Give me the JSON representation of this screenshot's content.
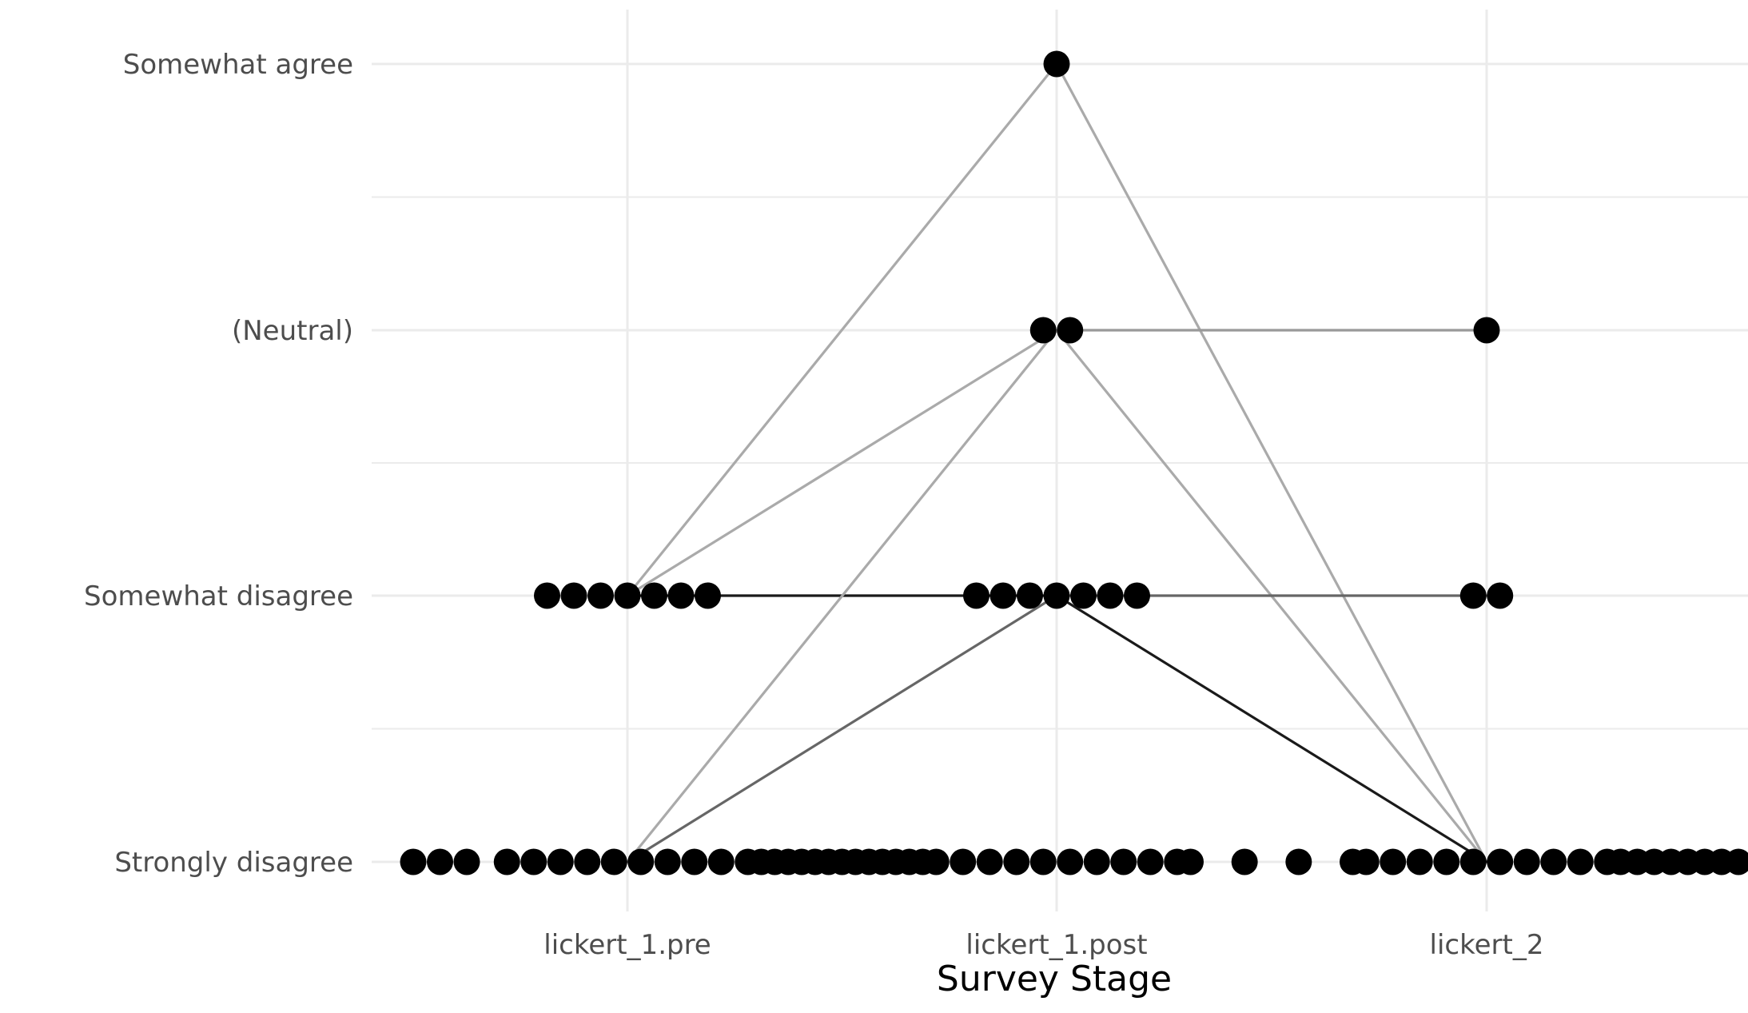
{
  "chart_data": {
    "type": "scatter",
    "title": "",
    "xlabel": "Survey Stage",
    "ylabel": "",
    "grid": true,
    "legend": "none",
    "x_categories": [
      "lickert_1.pre",
      "lickert_1.post",
      "lickert_2"
    ],
    "y_categories": [
      "Strongly disagree",
      "Somewhat disagree",
      "(Neutral)",
      "Somewhat agree"
    ],
    "point_color": "#000000",
    "point_counts": {
      "lickert_1.pre": {
        "Strongly disagree": 10,
        "Somewhat disagree": 7,
        "(Neutral)": 0,
        "Somewhat agree": 0
      },
      "lickert_1.post": {
        "Strongly disagree": 10,
        "Somewhat disagree": 7,
        "(Neutral)": 2,
        "Somewhat agree": 1
      },
      "lickert_2": {
        "Strongly disagree": 10,
        "Somewhat disagree": 2,
        "(Neutral)": 1,
        "Somewhat agree": 0
      }
    },
    "overflow_points": [
      {
        "x_from": "lickert_1.pre",
        "x_to": "lickert_1.post",
        "y": "Strongly disagree",
        "count": 13
      },
      {
        "x_from": "lickert_1.post",
        "x_to": "lickert_2",
        "y": "Strongly disagree",
        "count": 4
      },
      {
        "x_from": "lickert_2",
        "x_to": "right_edge",
        "y": "Strongly disagree",
        "count": 8
      }
    ],
    "transitions": [
      {
        "from_stage": "lickert_1.pre",
        "from": "Somewhat disagree",
        "to_stage": "lickert_1.post",
        "to": "Somewhat agree",
        "color": "#aaaaaa"
      },
      {
        "from_stage": "lickert_1.pre",
        "from": "Somewhat disagree",
        "to_stage": "lickert_1.post",
        "to": "(Neutral)",
        "color": "#aaaaaa"
      },
      {
        "from_stage": "lickert_1.pre",
        "from": "Somewhat disagree",
        "to_stage": "lickert_1.post",
        "to": "Somewhat disagree",
        "color": "#1a1a1a"
      },
      {
        "from_stage": "lickert_1.pre",
        "from": "Strongly disagree",
        "to_stage": "lickert_1.post",
        "to": "(Neutral)",
        "color": "#aaaaaa"
      },
      {
        "from_stage": "lickert_1.pre",
        "from": "Strongly disagree",
        "to_stage": "lickert_1.post",
        "to": "Somewhat disagree",
        "color": "#666666"
      },
      {
        "from_stage": "lickert_1.post",
        "from": "Somewhat agree",
        "to_stage": "lickert_2",
        "to": "Strongly disagree",
        "color": "#aaaaaa"
      },
      {
        "from_stage": "lickert_1.post",
        "from": "(Neutral)",
        "to_stage": "lickert_2",
        "to": "(Neutral)",
        "color": "#999999"
      },
      {
        "from_stage": "lickert_1.post",
        "from": "(Neutral)",
        "to_stage": "lickert_2",
        "to": "Strongly disagree",
        "color": "#aaaaaa"
      },
      {
        "from_stage": "lickert_1.post",
        "from": "Somewhat disagree",
        "to_stage": "lickert_2",
        "to": "Somewhat disagree",
        "color": "#666666"
      },
      {
        "from_stage": "lickert_1.post",
        "from": "Somewhat disagree",
        "to_stage": "lickert_2",
        "to": "Strongly disagree",
        "color": "#1a1a1a"
      }
    ]
  }
}
